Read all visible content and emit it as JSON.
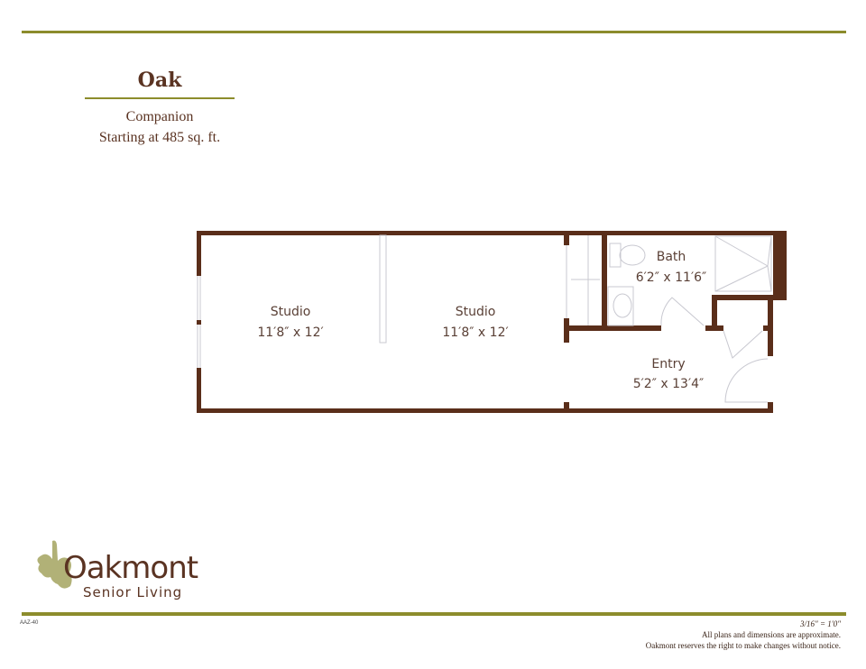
{
  "header": {
    "title": "Oak",
    "unit_type": "Companion",
    "size": "Starting at 485 sq. ft."
  },
  "rooms": [
    {
      "name": "Studio",
      "dims": "11′8″ x 12′"
    },
    {
      "name": "Studio",
      "dims": "11′8″ x 12′"
    },
    {
      "name": "Bath",
      "dims": "6′2″ x 11′6″"
    },
    {
      "name": "Entry",
      "dims": "5′2″ x 13′4″"
    }
  ],
  "logo": {
    "name": "Oakmont",
    "tagline": "Senior Living"
  },
  "footer": {
    "code": "AAZ-40",
    "scale": "3/16″ = 1′0″",
    "note1": "All plans and dimensions are approximate.",
    "note2": "Oakmont reserves the right to make changes without notice."
  },
  "colors": {
    "wall": "#5a2e1a",
    "accent": "#8c8c2c",
    "text": "#5a3322"
  }
}
